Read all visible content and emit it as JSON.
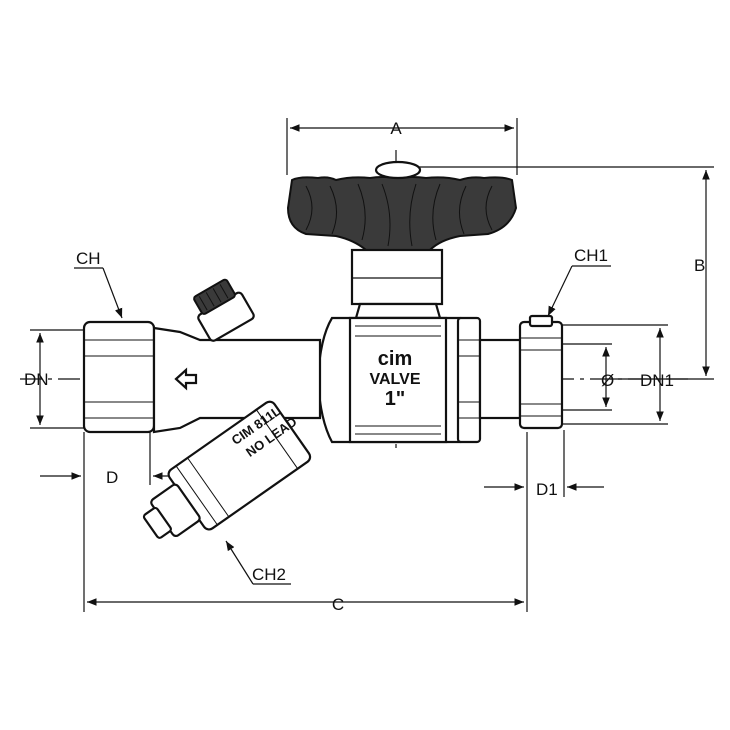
{
  "dimensions": {
    "a": "A",
    "b": "B",
    "c": "C",
    "d": "D",
    "d1": "D1",
    "dn": "DN",
    "dn1": "DN1",
    "ch": "CH",
    "ch1": "CH1",
    "ch2": "CH2",
    "diameter": "Ø"
  },
  "valve_marking": {
    "brand": "cim",
    "line2": "VALVE",
    "size": "1\""
  },
  "strainer_marking": {
    "model": "CIM 811L",
    "note": "NO LEAD"
  },
  "colors": {
    "handwheel": "#3a3a3a",
    "line": "#111111",
    "background": "#ffffff"
  }
}
